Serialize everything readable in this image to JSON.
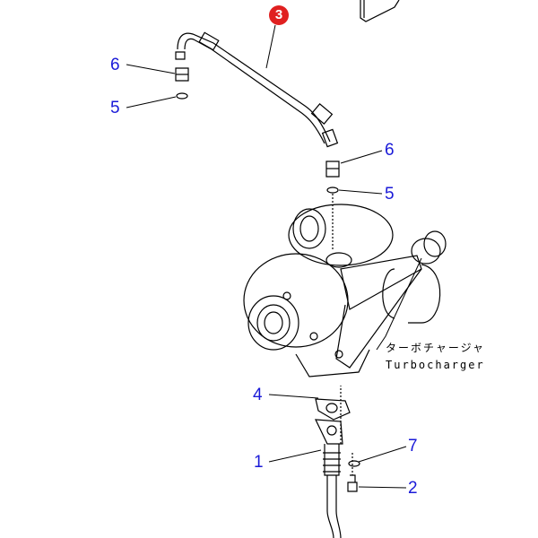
{
  "diagram": {
    "callout": "3",
    "labels": {
      "p6_top": "6",
      "p5_top": "5",
      "p6_mid": "6",
      "p5_mid": "5",
      "p4": "4",
      "p1": "1",
      "p7": "7",
      "p2": "2"
    },
    "caption_jp": "ターボチャージャ",
    "caption_en": "Turbocharger",
    "colors": {
      "label": "#1a1ad8",
      "callout": "#e02020"
    }
  }
}
